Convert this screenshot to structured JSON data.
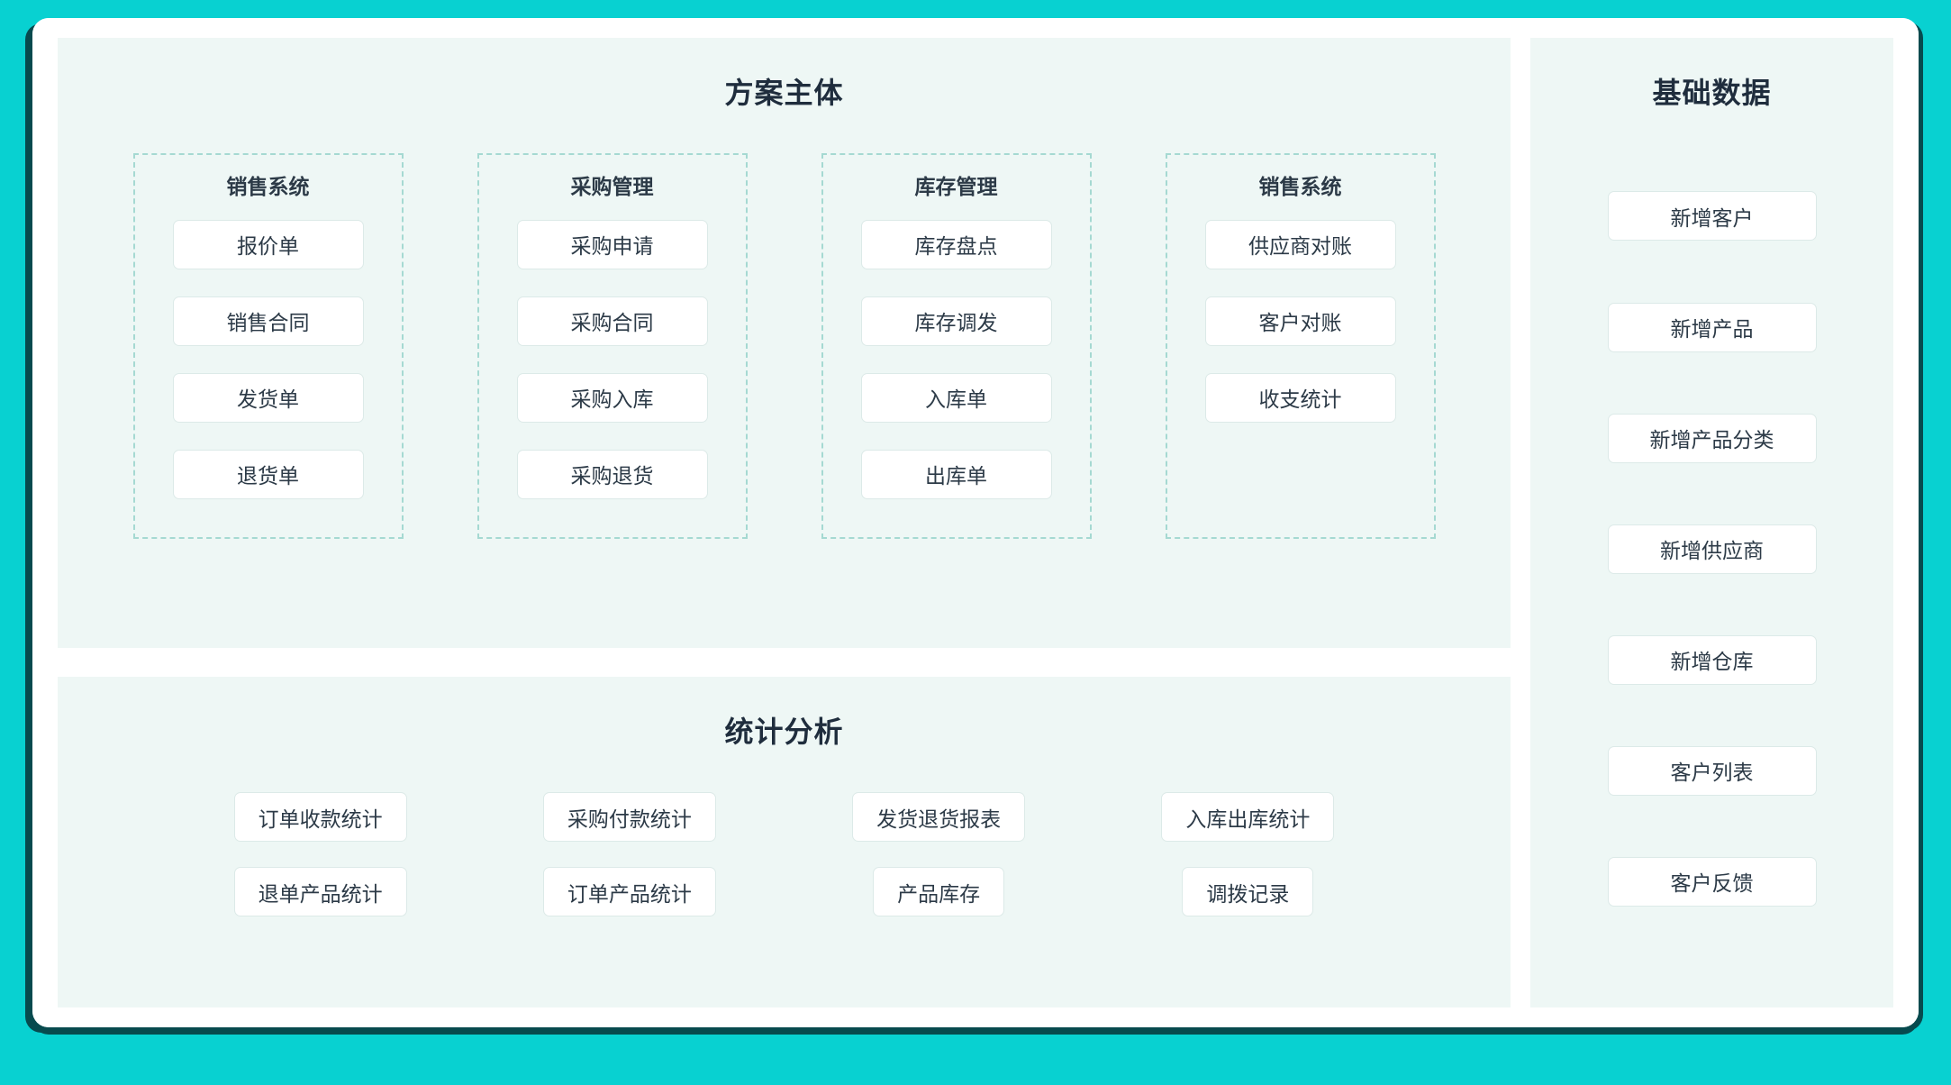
{
  "theme": {
    "page_background": "#08D1D1",
    "card_background": "#FFFFFF",
    "card_outline": "#074A4E",
    "panel_background": "#EEF7F5",
    "group_dashed_border": "#A5D9D2",
    "chip_background": "#FFFFFF",
    "chip_border": "#DCEAE8",
    "text_color": "#2C3A47",
    "title_color": "#1F2D3D"
  },
  "main_panel": {
    "title": "方案主体",
    "groups": [
      {
        "title": "销售系统",
        "items": [
          "报价单",
          "销售合同",
          "发货单",
          "退货单"
        ]
      },
      {
        "title": "采购管理",
        "items": [
          "采购申请",
          "采购合同",
          "采购入库",
          "采购退货"
        ]
      },
      {
        "title": "库存管理",
        "items": [
          "库存盘点",
          "库存调发",
          "入库单",
          "出库单"
        ]
      },
      {
        "title": "销售系统",
        "items": [
          "供应商对账",
          "客户对账",
          "收支统计"
        ]
      }
    ]
  },
  "stats_panel": {
    "title": "统计分析",
    "items": [
      "订单收款统计",
      "采购付款统计",
      "发货退货报表",
      "入库出库统计",
      "退单产品统计",
      "订单产品统计",
      "产品库存",
      "调拨记录"
    ]
  },
  "side_panel": {
    "title": "基础数据",
    "items": [
      "新增客户",
      "新增产品",
      "新增产品分类",
      "新增供应商",
      "新增仓库",
      "客户列表",
      "客户反馈"
    ]
  }
}
